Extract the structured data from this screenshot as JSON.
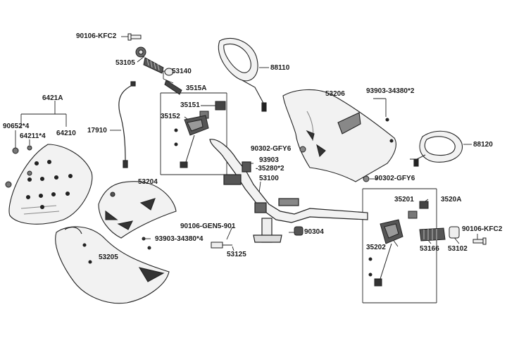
{
  "diagram": {
    "labels": {
      "p90106_kfc2_top": "90106-KFC2",
      "p53105": "53105",
      "p53140": "53140",
      "p88110": "88110",
      "p3515a": "3515A",
      "p35151": "35151",
      "p35152": "35152",
      "p17910": "17910",
      "p6421a": "6421A",
      "p90652": "90652*4",
      "p64211": "64211*4",
      "p64210": "64210",
      "p53206": "53206",
      "p93903_34380_2": "93903-34380*2",
      "p88120": "88120",
      "p90302_gfy6_left": "90302-GFY6",
      "p93903": "93903",
      "p35280_2": "-35280*2",
      "p53100": "53100",
      "p90302_gfy6_right": "90302-GFY6",
      "p53204": "53204",
      "p3520a": "3520A",
      "p35201": "35201",
      "p90106_gen5_901": "90106-GEN5-901",
      "p93903_34380_4": "93903-34380*4",
      "p90304": "90304",
      "p53205": "53205",
      "p53125": "53125",
      "p35202": "35202",
      "p53166": "53166",
      "p53102": "53102",
      "p90106_kfc2_right": "90106-KFC2"
    },
    "colors": {
      "line": "#222222",
      "part_fill": "#f2f2f2",
      "part_shade": "#9a9a9a",
      "dark": "#2b2b2b"
    }
  }
}
